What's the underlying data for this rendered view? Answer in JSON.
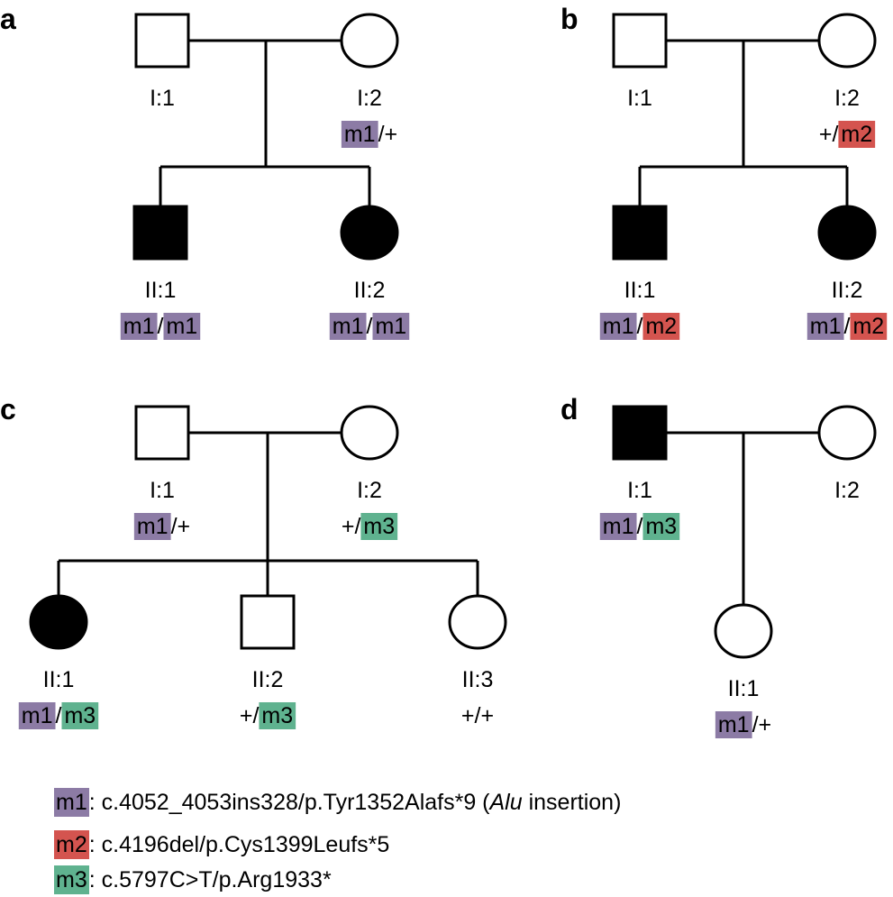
{
  "colors": {
    "m1": "#8c7ba5",
    "m2": "#d4544f",
    "m3": "#5fb28f"
  },
  "panels": [
    {
      "label": "a",
      "individuals": [
        {
          "id": "I:1",
          "genotype": []
        },
        {
          "id": "I:2",
          "genotype": [
            {
              "t": "m1",
              "c": "m1"
            },
            {
              "t": "/+"
            }
          ]
        },
        {
          "id": "II:1",
          "genotype": [
            {
              "t": "m1",
              "c": "m1"
            },
            {
              "t": "/"
            },
            {
              "t": "m1",
              "c": "m1"
            }
          ]
        },
        {
          "id": "II:2",
          "genotype": [
            {
              "t": "m1",
              "c": "m1"
            },
            {
              "t": "/"
            },
            {
              "t": "m1",
              "c": "m1"
            }
          ]
        }
      ]
    },
    {
      "label": "b",
      "individuals": [
        {
          "id": "I:1",
          "genotype": []
        },
        {
          "id": "I:2",
          "genotype": [
            {
              "t": "+/"
            },
            {
              "t": "m2",
              "c": "m2"
            }
          ]
        },
        {
          "id": "II:1",
          "genotype": [
            {
              "t": "m1",
              "c": "m1"
            },
            {
              "t": "/"
            },
            {
              "t": "m2",
              "c": "m2"
            }
          ]
        },
        {
          "id": "II:2",
          "genotype": [
            {
              "t": "m1",
              "c": "m1"
            },
            {
              "t": "/"
            },
            {
              "t": "m2",
              "c": "m2"
            }
          ]
        }
      ]
    },
    {
      "label": "c",
      "individuals": [
        {
          "id": "I:1",
          "genotype": [
            {
              "t": "m1",
              "c": "m1"
            },
            {
              "t": "/+"
            }
          ]
        },
        {
          "id": "I:2",
          "genotype": [
            {
              "t": "+/"
            },
            {
              "t": "m3",
              "c": "m3"
            }
          ]
        },
        {
          "id": "II:1",
          "genotype": [
            {
              "t": "m1",
              "c": "m1"
            },
            {
              "t": "/"
            },
            {
              "t": "m3",
              "c": "m3"
            }
          ]
        },
        {
          "id": "II:2",
          "genotype": [
            {
              "t": "+/"
            },
            {
              "t": "m3",
              "c": "m3"
            }
          ]
        },
        {
          "id": "II:3",
          "genotype": [
            {
              "t": "+/+"
            }
          ]
        }
      ]
    },
    {
      "label": "d",
      "individuals": [
        {
          "id": "I:1",
          "genotype": [
            {
              "t": "m1",
              "c": "m1"
            },
            {
              "t": "/"
            },
            {
              "t": "m3",
              "c": "m3"
            }
          ]
        },
        {
          "id": "I:2",
          "genotype": []
        },
        {
          "id": "II:1",
          "genotype": [
            {
              "t": "m1",
              "c": "m1"
            },
            {
              "t": "/+"
            }
          ]
        }
      ]
    }
  ],
  "legend": [
    {
      "key": "m1",
      "sep": ": ",
      "pre": "c.4052_4053ins328/p.Tyr1352Alafs*9 (",
      "em": "Alu",
      "post": " insertion)"
    },
    {
      "key": "m2",
      "sep": ": ",
      "pre": "c.4196del/p.Cys1399Leufs*5",
      "em": "",
      "post": ""
    },
    {
      "key": "m3",
      "sep": ": ",
      "pre": "c.5797C>T/p.Arg1933*",
      "em": "",
      "post": ""
    }
  ]
}
